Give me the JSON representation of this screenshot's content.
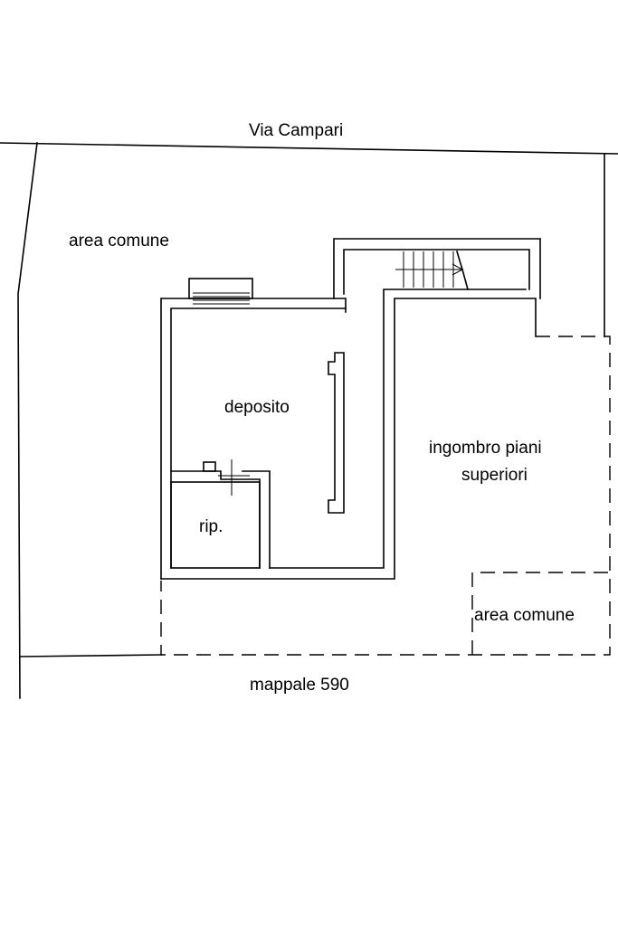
{
  "labels": {
    "street": "Via Campari",
    "common_area_top": "area comune",
    "storage": "deposito",
    "closet": "rip.",
    "upper_floors_line1": "ingombro piani",
    "upper_floors_line2": "superiori",
    "common_area_bottom": "area comune",
    "parcel": "mappale 590"
  }
}
